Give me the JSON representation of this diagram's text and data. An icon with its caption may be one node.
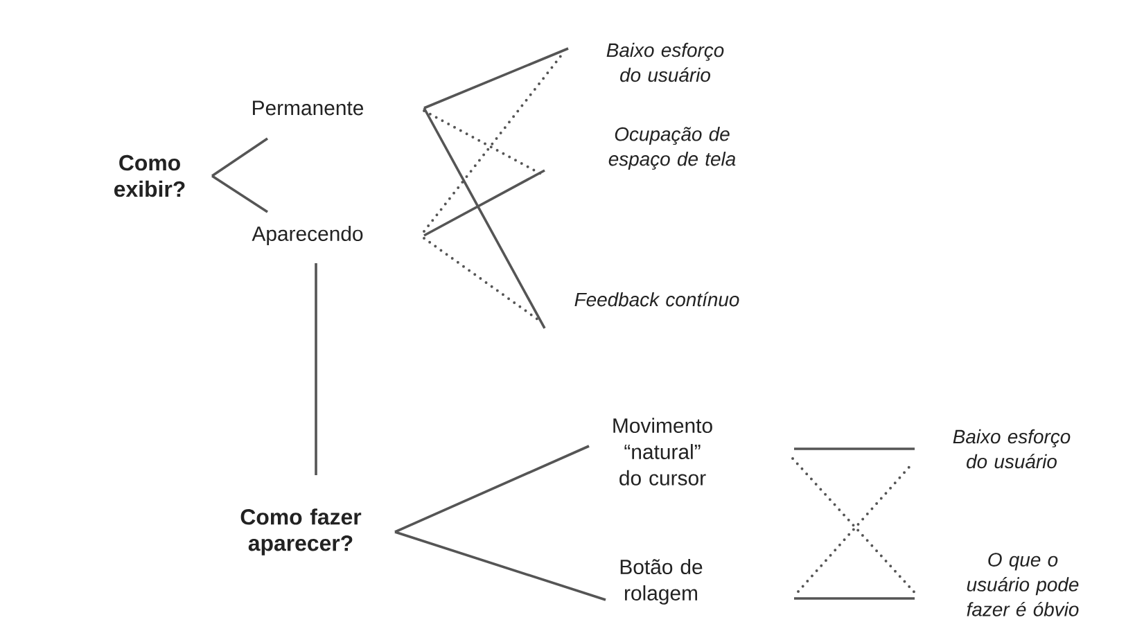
{
  "diagram": {
    "nodes": [
      {
        "text": [
          "Como exibir?"
        ]
      },
      {
        "text": [
          "Permanente"
        ]
      },
      {
        "text": [
          "Aparecendo"
        ]
      },
      {
        "text": [
          "Baixo esforço do usuário"
        ]
      },
      {
        "text": [
          "Ocupação de espaço de tela"
        ]
      },
      {
        "text": [
          "Feedback contínuo"
        ]
      },
      {
        "text": [
          "Como fazer aparecer?"
        ]
      },
      {
        "text": [
          "Movimento “natural” do cursor"
        ]
      },
      {
        "text": [
          "Botão de rolagem"
        ]
      },
      {
        "text": [
          "Baixo esforço do usuário"
        ]
      },
      {
        "text": [
          "O que o usuário pode fazer é óbvio"
        ]
      }
    ],
    "edges": [
      {
        "from": 0,
        "to": 1,
        "arrow": "none"
      },
      {
        "from": 0,
        "to": 2,
        "arrow": "none"
      },
      {
        "from": 1,
        "to": 3,
        "arrow": "none"
      },
      {
        "from": 1,
        "to": 4,
        "arrow": "none",
        "style": "dashed"
      },
      {
        "from": 1,
        "to": 5,
        "arrow": "none"
      },
      {
        "from": 2,
        "to": 3,
        "arrow": "none",
        "style": "dashed"
      },
      {
        "from": 2,
        "to": 4,
        "arrow": "none"
      },
      {
        "from": 2,
        "to": 5,
        "arrow": "none",
        "style": "dashed"
      },
      {
        "from": 2,
        "to": 6,
        "arrow": "none"
      },
      {
        "from": 6,
        "to": 7,
        "arrow": "none"
      },
      {
        "from": 6,
        "to": 8,
        "arrow": "none"
      },
      {
        "from": 7,
        "to": 9,
        "arrow": "none"
      },
      {
        "from": 7,
        "to": 10,
        "arrow": "none",
        "style": "dashed"
      },
      {
        "from": 8,
        "to": 9,
        "arrow": "none",
        "style": "dashed"
      },
      {
        "from": 8,
        "to": 10,
        "arrow": "none"
      }
    ]
  }
}
